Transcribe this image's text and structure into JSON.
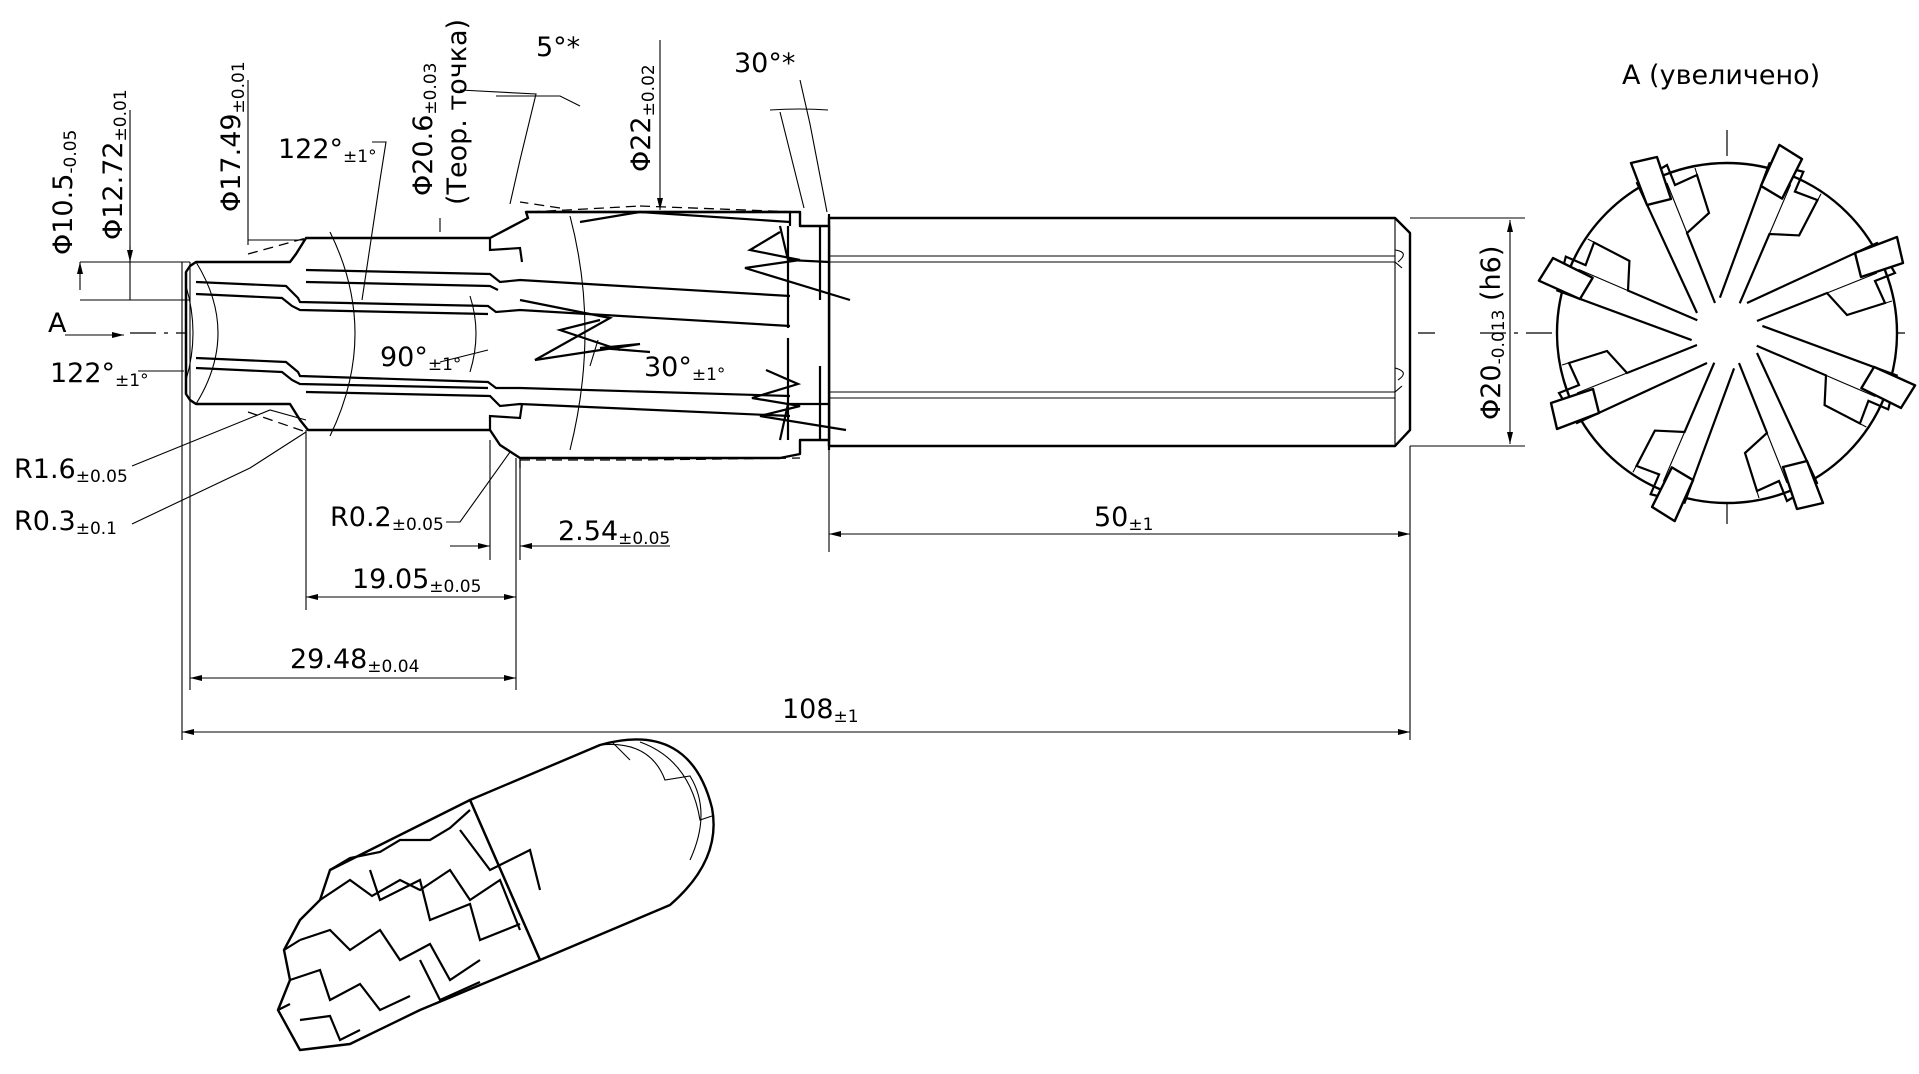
{
  "view_label": "A (увеличено)",
  "section_label": "A",
  "dimensions": {
    "d10_5": {
      "sym": "Φ10.5",
      "tol": "-0.05"
    },
    "d12_72": {
      "sym": "Φ12.72",
      "tol": "±0.01"
    },
    "d17_49": {
      "sym": "Φ17.49",
      "tol": "±0.01"
    },
    "d20_6": {
      "sym": "Φ20.6",
      "tol": "±0.03"
    },
    "d20_6_note": "(Теор. точка)",
    "d22": {
      "sym": "Φ22",
      "tol": "±0.02"
    },
    "d20": {
      "sym": "Φ20",
      "tol": "-0.013",
      "fit": " (h6)"
    },
    "ang_122_top": {
      "val": "122°",
      "tol": "±1°"
    },
    "ang_122_left": {
      "val": "122°",
      "tol": "±1°"
    },
    "ang_5": "5°*",
    "ang_30_top": "30°*",
    "ang_90": {
      "val": "90°",
      "tol": "±1°"
    },
    "ang_30": {
      "val": "30°",
      "tol": "±1°"
    },
    "r1_6": {
      "val": "R1.6",
      "tol": "±0.05"
    },
    "r0_3": {
      "val": "R0.3",
      "tol": "±0.1"
    },
    "r0_2": {
      "val": "R0.2",
      "tol": "±0.05"
    },
    "l2_54": {
      "val": "2.54",
      "tol": "±0.05"
    },
    "l19_05": {
      "val": "19.05",
      "tol": "±0.05"
    },
    "l29_48": {
      "val": "29.48",
      "tol": "±0.04"
    },
    "l50": {
      "val": "50",
      "tol": "±1"
    },
    "l108": {
      "val": "108",
      "tol": "±1"
    }
  }
}
